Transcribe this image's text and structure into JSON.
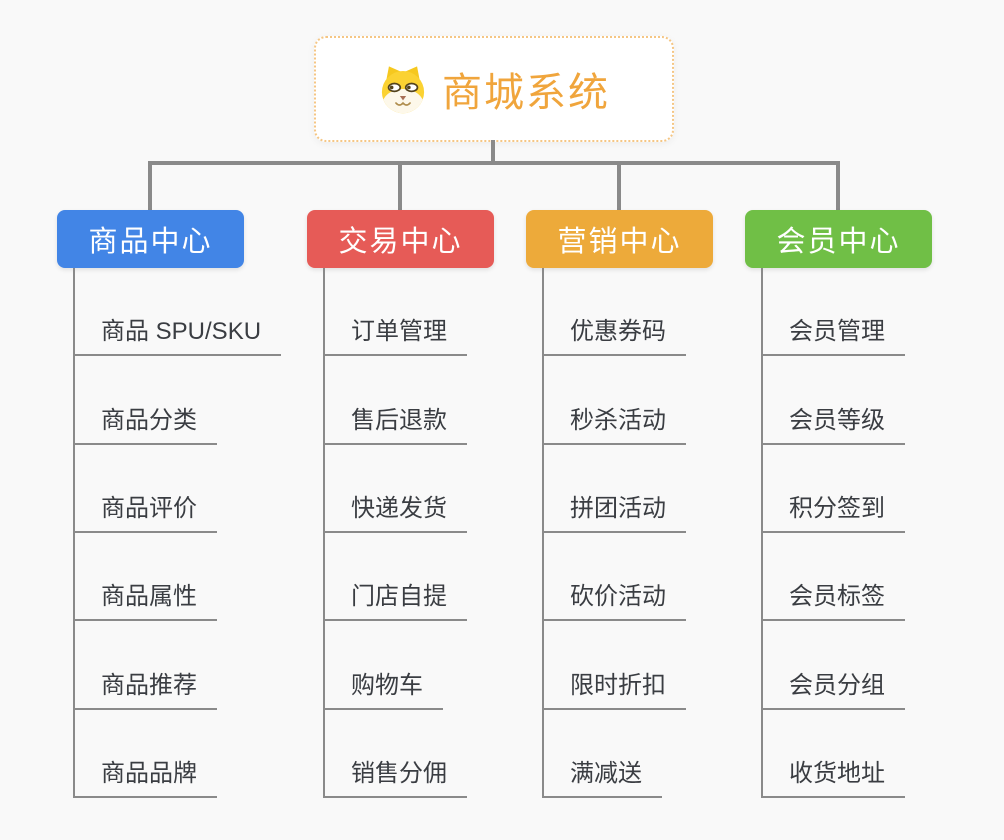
{
  "canvas": {
    "background": "#f9f9f9",
    "connector_color": "#8a8a8a"
  },
  "root": {
    "title": "商城系统",
    "title_color": "#f0a53c",
    "border_color": "#f5c684",
    "icon": "dog-face-icon"
  },
  "branches": [
    {
      "label": "商品中心",
      "color": "#4285e6",
      "items": [
        "商品 SPU/SKU",
        "商品分类",
        "商品评价",
        "商品属性",
        "商品推荐",
        "商品品牌"
      ]
    },
    {
      "label": "交易中心",
      "color": "#e65b57",
      "items": [
        "订单管理",
        "售后退款",
        "快递发货",
        "门店自提",
        "购物车",
        "销售分佣"
      ]
    },
    {
      "label": "营销中心",
      "color": "#edaa3a",
      "items": [
        "优惠券码",
        "秒杀活动",
        "拼团活动",
        "砍价活动",
        "限时折扣",
        "满减送"
      ]
    },
    {
      "label": "会员中心",
      "color": "#70bf46",
      "items": [
        "会员管理",
        "会员等级",
        "积分签到",
        "会员标签",
        "会员分组",
        "收货地址"
      ]
    }
  ]
}
